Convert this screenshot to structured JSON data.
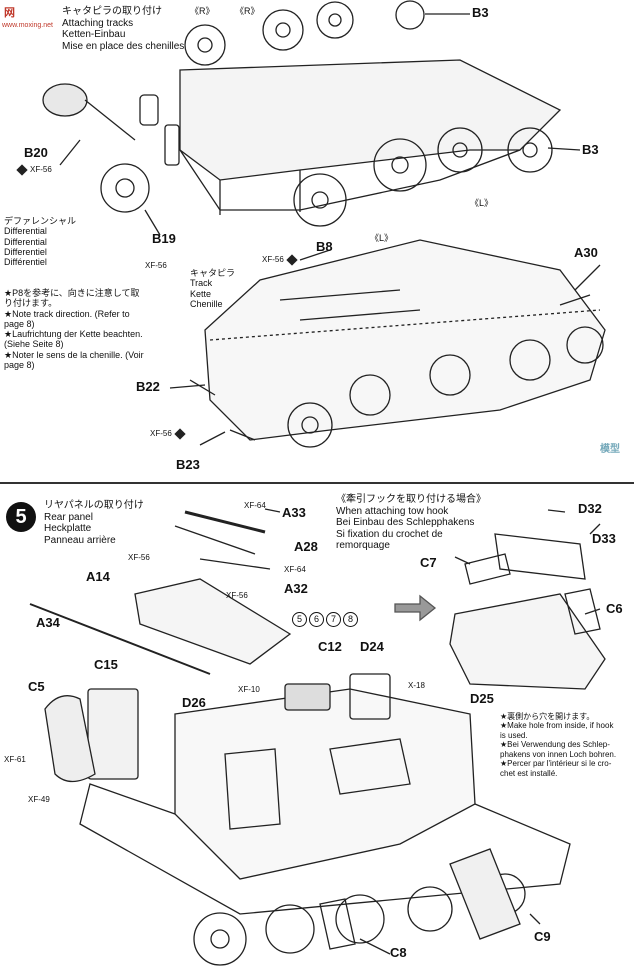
{
  "watermark": {
    "logo": "网",
    "site": "www.moxing.net",
    "side": "模型"
  },
  "top": {
    "header": [
      "キャタピラの取り付け",
      "Attaching tracks",
      "Ketten-Einbau",
      "Mise en place des chenilles"
    ],
    "labels": {
      "r1": "《R》",
      "r2": "《R》",
      "b3a": "B3",
      "b3b": "B3",
      "b20": "B20",
      "xf56a": "XF-56",
      "diff": [
        "デファレンシャル",
        "Differential",
        "Differential",
        "Differentiel",
        "Différentiel"
      ],
      "b19": "B19",
      "xf56b": "XF-56",
      "l1": "《L》",
      "l2": "《L》",
      "b8": "B8",
      "xf56c": "XF-56",
      "track": [
        "キャタピラ",
        "Track",
        "Kette",
        "Chenille"
      ],
      "a30": "A30",
      "b22": "B22",
      "xf56d": "XF-56",
      "b23": "B23"
    },
    "note": [
      "★P8を参考に、向きに注意して取",
      "り付けます。",
      "★Note track direction. (Refer to",
      "page 8)",
      "★Laufrichtung der Kette beachten.",
      "(Siehe Seite 8)",
      "★Noter le sens de la chenille. (Voir",
      "page 8)"
    ]
  },
  "bottom": {
    "step": "5",
    "header": [
      "リヤパネルの取り付け",
      "Rear panel",
      "Heckplatte",
      "Panneau arrière"
    ],
    "tow_header": [
      "《牽引フックを取り付ける場合》",
      "When attaching tow hook",
      "Bei Einbau des Schlepphakens",
      "Si fixation du crochet de",
      "remorquage"
    ],
    "labels": {
      "xf64a": "XF-64",
      "a33": "A33",
      "xf56a": "XF-56",
      "a28": "A28",
      "xf64b": "XF-64",
      "a14": "A14",
      "xf56b": "XF-56",
      "a32": "A32",
      "a34": "A34",
      "refs": [
        "5",
        "6",
        "7",
        "8"
      ],
      "c15": "C15",
      "c5": "C5",
      "xf61": "XF-61",
      "xf49": "XF-49",
      "c12": "C12",
      "xf10": "XF-10",
      "d24": "D24",
      "x18": "X-18",
      "d26": "D26",
      "d25": "D25",
      "c8": "C8",
      "c9": "C9",
      "d32": "D32",
      "d33": "D33",
      "c7": "C7",
      "c6": "C6"
    },
    "hook_note": [
      "★裏側から穴を開けます。",
      "★Make hole from inside, if hook",
      "is used.",
      "★Bei Verwendung des Schlep-",
      "phakens von innen Loch bohren.",
      "★Percer par l'intérieur si le cro-",
      "chet est installé."
    ]
  }
}
